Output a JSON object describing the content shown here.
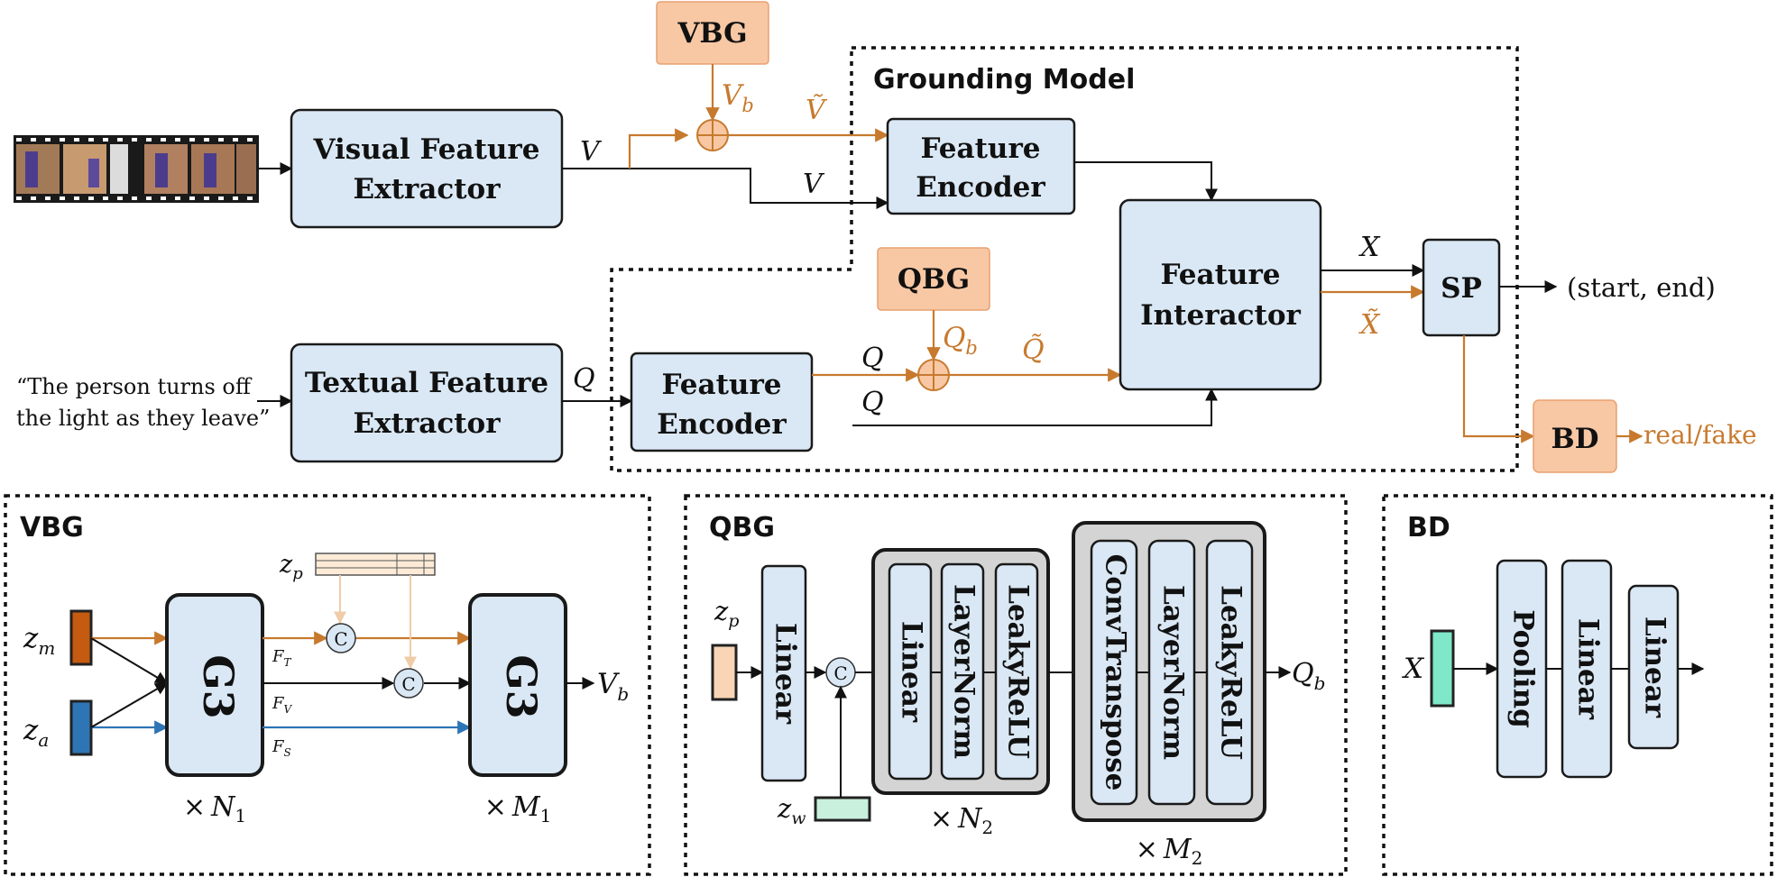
{
  "top": {
    "vbg": "VBG",
    "qbg": "QBG",
    "bd": "BD",
    "sp": "SP",
    "grounding_model": "Grounding Model",
    "visual_extractor": [
      "Visual Feature",
      "Extractor"
    ],
    "textual_extractor": [
      "Textual Feature",
      "Extractor"
    ],
    "feature_encoder": [
      "Feature",
      "Encoder"
    ],
    "feature_interactor": [
      "Feature",
      "Interactor"
    ],
    "output": "(start, end)",
    "real_fake": "real/fake",
    "query": [
      "“The person turns off",
      "the light as they leave”"
    ],
    "sym": {
      "V": "V",
      "Q": "Q",
      "X": "X",
      "Vt": "Ṽ",
      "Qt": "Q̃",
      "Xt": "X̃",
      "b": "b"
    }
  },
  "vbg_panel": {
    "title": "VBG",
    "g3": "G3",
    "c": "C",
    "z": "z",
    "m": "m",
    "a": "a",
    "p": "p",
    "F": "F",
    "T": "T",
    "Vs": "V",
    "S": "S",
    "times": "×",
    "N": "N",
    "M": "M",
    "one": "1",
    "out": "V",
    "out_sub": "b"
  },
  "qbg_panel": {
    "title": "QBG",
    "layers": [
      "Linear",
      "Linear",
      "LayerNorm",
      "LeakyReLU",
      "ConvTranspose",
      "LayerNorm",
      "LeakyReLU"
    ],
    "c": "C",
    "z": "z",
    "p": "p",
    "w": "w",
    "times": "×",
    "N": "N",
    "M": "M",
    "two": "2",
    "out": "Q",
    "out_sub": "b"
  },
  "bd_panel": {
    "title": "BD",
    "x": "X",
    "layers": [
      "Pooling",
      "Linear",
      "Linear"
    ]
  }
}
